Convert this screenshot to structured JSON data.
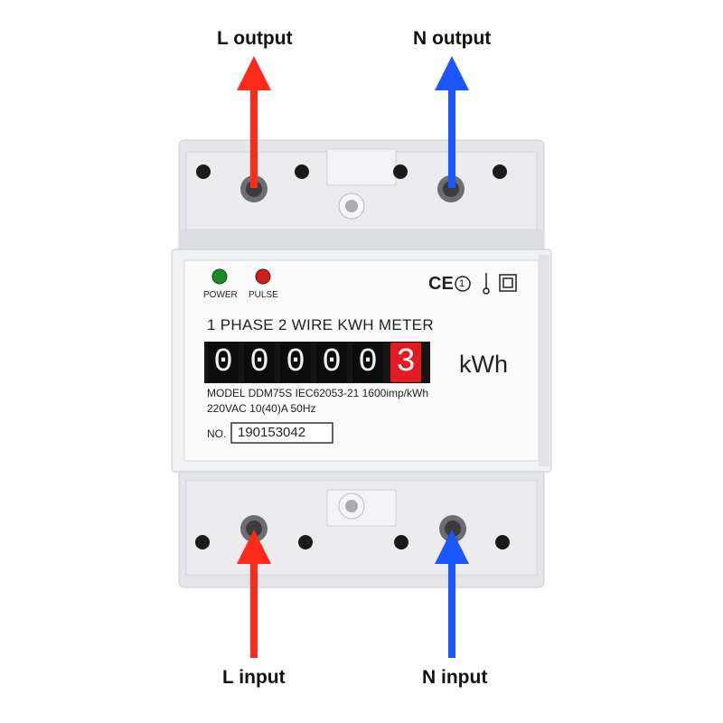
{
  "labels": {
    "l_output": "L output",
    "n_output": "N output",
    "l_input": "L input",
    "n_input": "N input"
  },
  "indicators": {
    "power": "POWER",
    "pulse": "PULSE"
  },
  "certification": {
    "ce": "CE",
    "class_mark": "1"
  },
  "meter": {
    "title": "1  PHASE  2  WIRE  KWH  METER",
    "unit": "kWh",
    "digits": [
      "0",
      "0",
      "0",
      "0",
      "0",
      "3"
    ],
    "model_line": "MODEL  DDM75S  IEC62053-21  1600imp/kWh",
    "rating_line": "220VAC   10(40)A   50Hz",
    "no_label": "NO.",
    "serial": "190153042"
  },
  "colors": {
    "l_arrow": "#ff2a1a",
    "n_arrow": "#1a55ff",
    "indicator_green": "#1c8a2c",
    "indicator_red": "#c8201a",
    "last_digit_bg": "#e31b23"
  }
}
